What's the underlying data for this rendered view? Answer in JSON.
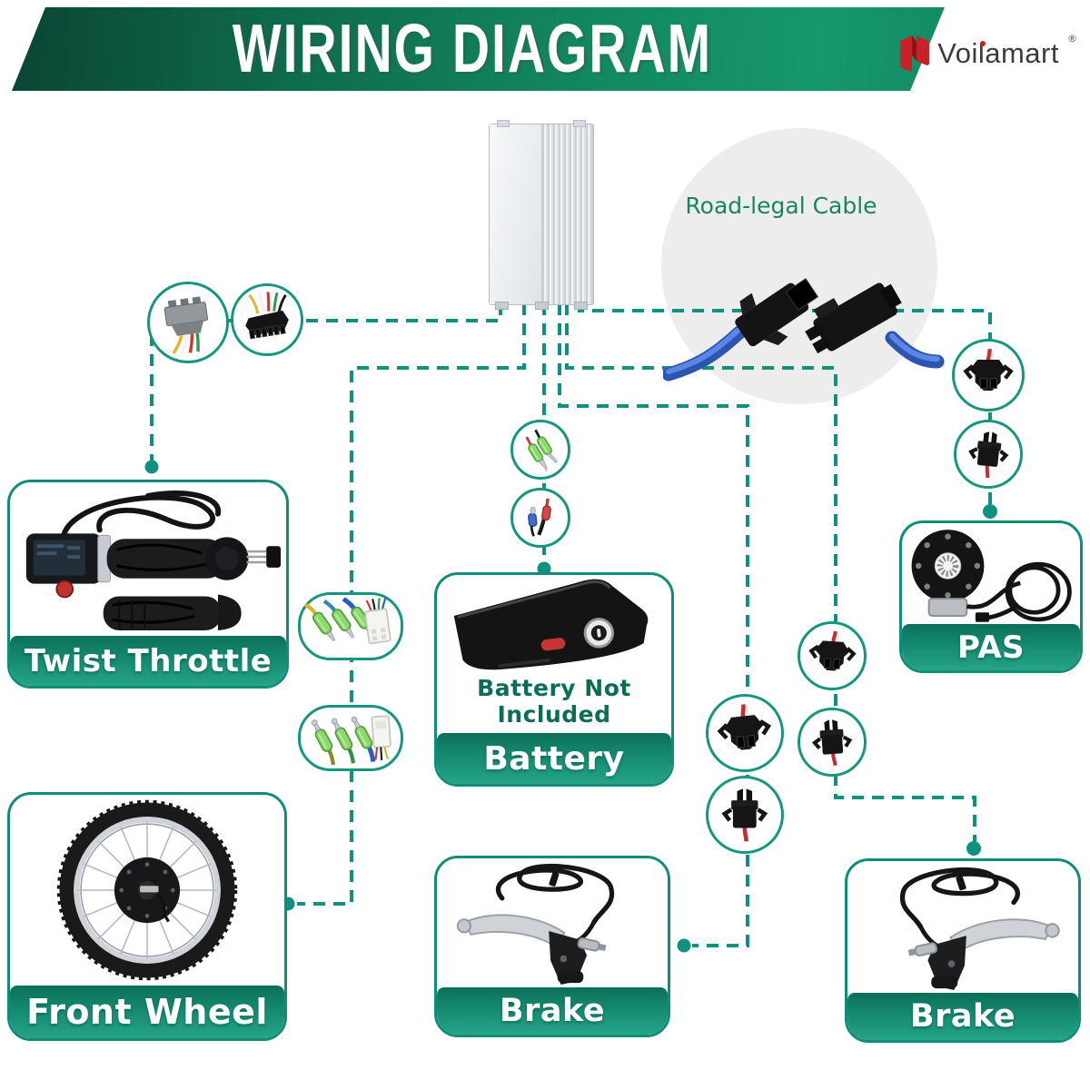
{
  "header": {
    "title": "WIRING DIAGRAM"
  },
  "brand": {
    "name": "Voilamart",
    "registered": "®"
  },
  "annotations": {
    "road_legal_cable": "Road-legal Cable",
    "battery_note": "Battery Not Included"
  },
  "boxes": {
    "twist_throttle": {
      "label": "Twist Throttle"
    },
    "battery": {
      "label": "Battery"
    },
    "pas": {
      "label": "PAS"
    },
    "front_wheel": {
      "label": "Front Wheel"
    },
    "brake_center": {
      "label": "Brake"
    },
    "brake_right": {
      "label": "Brake"
    }
  },
  "icons": {
    "throttle_connector_block": "gray multi-pin connector with colored wires",
    "throttle_connector_6pin": "black 6-pin plug with colored wires",
    "battery_bullet_green": "green insulated bullet connectors",
    "battery_bullet_bluered": "blue and red bullet connectors",
    "pas_plug_male": "black SM plug with red and white wires",
    "pas_plug_female": "black SM receptacle",
    "brake_left_plug_male": "black SM plug with red wire",
    "brake_left_plug_female": "black SM receptacle with red wire",
    "brake_right_plug_male": "black SM plug with red wire",
    "brake_right_plug_female": "black SM receptacle with red wire",
    "motor_crimps_upper": "three green crimp connectors and white plug",
    "motor_crimps_lower": "three green crimp connectors and white plug",
    "road_legal_connector_pair": "black connector pair with blue cables"
  },
  "colors": {
    "accent_teal": "#0F9180",
    "banner_green_dark": "#0A4333",
    "banner_green_light": "#16976E",
    "label_bar_top": "#0C6F58",
    "label_bar_bottom": "#25A487",
    "road_legal_text": "#1C8266",
    "note_text": "#0A6E57",
    "logo_red": "#C92127",
    "cable_blue": "#3E6FD6"
  }
}
